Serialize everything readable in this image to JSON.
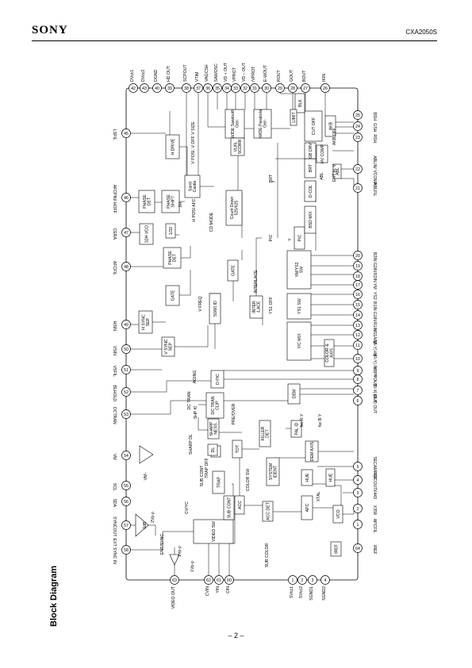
{
  "header": {
    "brand": "SONY",
    "part_number": "CXA2050S"
  },
  "section_title": "Block Diagram",
  "page_number": "– 2 –",
  "pins_top": [
    {
      "num": "42",
      "label": "DVcc1"
    },
    {
      "num": "43",
      "label": "DVcc2"
    },
    {
      "num": "40",
      "label": "DGND"
    },
    {
      "num": "39",
      "label": "HD OUT"
    },
    {
      "num": "38",
      "label": "SCPOUT"
    },
    {
      "num": "37",
      "label": "VTIM"
    },
    {
      "num": "36",
      "label": "VAGCSH"
    },
    {
      "num": "35",
      "label": "SAWOSC"
    },
    {
      "num": "34",
      "label": "VD + OUT"
    },
    {
      "num": "33",
      "label": "VPROT"
    },
    {
      "num": "32",
      "label": "VD – OUT"
    },
    {
      "num": "31",
      "label": "/VPROT"
    },
    {
      "num": "30",
      "label": "E-WOUT"
    },
    {
      "num": "29",
      "label": "ROUT"
    },
    {
      "num": "28",
      "label": "GOUT"
    },
    {
      "num": "27",
      "label": "BOUT"
    },
    {
      "num": "26",
      "label": "IKIN"
    }
  ],
  "pins_left": [
    {
      "num": "45",
      "label": "LSFIL"
    },
    {
      "num": "46",
      "label": "AFCPIN/ HOFF"
    },
    {
      "num": "47",
      "label": "CERA"
    },
    {
      "num": "48",
      "label": "AFCFIL"
    },
    {
      "num": "49",
      "label": "HSIN"
    },
    {
      "num": "50",
      "label": "VSIN"
    },
    {
      "num": "51",
      "label": "VSFIL"
    },
    {
      "num": "52",
      "label": "BLHOLD"
    },
    {
      "num": "53",
      "label": "DCTRAN"
    },
    {
      "num": "54",
      "label": "VM"
    },
    {
      "num": "55",
      "label": "SCL"
    },
    {
      "num": "56",
      "label": "SDA"
    },
    {
      "num": "57",
      "label": "SYNCOUT"
    },
    {
      "num": "58",
      "label": "EXT SYNC IN"
    }
  ],
  "pins_right": [
    {
      "num": "25",
      "label": "BSH"
    },
    {
      "num": "24",
      "label": "GSH"
    },
    {
      "num": "23",
      "label": "RSH"
    },
    {
      "num": "22",
      "label": "ABLIN/ VCOMP"
    },
    {
      "num": "21",
      "label": "ABLFIL"
    },
    {
      "num": "20",
      "label": "B2IN"
    },
    {
      "num": "19",
      "label": "G2IN"
    },
    {
      "num": "18",
      "label": "R2IN"
    },
    {
      "num": "17",
      "label": "YM"
    },
    {
      "num": "16",
      "label": "YS2"
    },
    {
      "num": "15",
      "label": "B1IN"
    },
    {
      "num": "14",
      "label": "G1IN"
    },
    {
      "num": "13",
      "label": "R1IN"
    },
    {
      "num": "12",
      "label": "YS1/VM"
    },
    {
      "num": "11",
      "label": "– (B-Y) IN"
    },
    {
      "num": "10",
      "label": "– (R-Y) IN"
    },
    {
      "num": "9",
      "label": "YBPF"
    },
    {
      "num": "8",
      "label": "YOUT"
    },
    {
      "num": "7",
      "label": "– (B-Y) OUT"
    },
    {
      "num": "6",
      "label": "– (R-Y) OUT"
    },
    {
      "num": "5",
      "label": "SECAMREF"
    },
    {
      "num": "4",
      "label": "FSCOUT"
    },
    {
      "num": "3",
      "label": "X443"
    },
    {
      "num": "2",
      "label": "X358"
    },
    {
      "num": "1",
      "label": "APCFIL"
    },
    {
      "num": "64",
      "label": "IREF"
    }
  ],
  "pins_bottom": [
    {
      "num": "63",
      "label": "VIDEO OUT"
    },
    {
      "num": "62",
      "label": "CVIN"
    },
    {
      "num": "61",
      "label": "YIN"
    },
    {
      "num": "60",
      "label": "CIN"
    },
    {
      "num": "1",
      "label": "SVcc1"
    },
    {
      "num": "2",
      "label": "SVcc2"
    },
    {
      "num": "3",
      "label": "SGND1"
    },
    {
      "num": "4",
      "label": "SGND2"
    }
  ],
  "blocks": [
    {
      "id": "video-sw",
      "label": "VIDEO SW"
    },
    {
      "id": "sub-cont",
      "label": "SUB CONT"
    },
    {
      "id": "acc",
      "label": "ACC"
    },
    {
      "id": "acc-det",
      "label": "ACC DET"
    },
    {
      "id": "apc",
      "label": "APC"
    },
    {
      "id": "vco",
      "label": "VCO"
    },
    {
      "id": "hue-1",
      "label": "HUE"
    },
    {
      "id": "hue-2",
      "label": "HUE"
    },
    {
      "id": "iref",
      "label": "IREF"
    },
    {
      "id": "trap",
      "label": "TRAP"
    },
    {
      "id": "tot",
      "label": "TOT"
    },
    {
      "id": "system-ident",
      "label": "SYSTEM IDENT"
    },
    {
      "id": "pal-id",
      "label": "PAL ID"
    },
    {
      "id": "killer-det",
      "label": "KILLER DET"
    },
    {
      "id": "dem-axis",
      "label": "DEM AXIS"
    },
    {
      "id": "dem",
      "label": "DEM"
    },
    {
      "id": "dl-1",
      "label": "DL"
    },
    {
      "id": "dl-2",
      "label": "DL"
    },
    {
      "id": "sharpness",
      "label": "SHARP NESS"
    },
    {
      "id": "dc-tran-clip",
      "label": "DC TRAN CLIP"
    },
    {
      "id": "d-pic",
      "label": "D PIC"
    },
    {
      "id": "v-sync-sep",
      "label": "V SYNC SEP"
    },
    {
      "id": "h-sync-sep",
      "label": "H SYNC SEP"
    },
    {
      "id": "gate-1",
      "label": "GATE"
    },
    {
      "id": "phase-det-1",
      "label": "PHASE DET"
    },
    {
      "id": "phase-det-2",
      "label": "PHASE DET"
    },
    {
      "id": "vco-32h",
      "label": "32H VCO"
    },
    {
      "id": "div-1-32",
      "label": "1/32"
    },
    {
      "id": "phase-shift",
      "label": "PHASE SHIFT"
    },
    {
      "id": "sand-castle",
      "label": "Sand Castle"
    },
    {
      "id": "h-drive",
      "label": "H DRIVE"
    },
    {
      "id": "count-down",
      "label": "Count Down 525/625"
    },
    {
      "id": "gate-2",
      "label": "GATE"
    },
    {
      "id": "div-50-60",
      "label": "50/60 ID"
    },
    {
      "id": "interlace",
      "label": "INTER -LACE"
    },
    {
      "id": "wide-sawtooth",
      "label": "WIDE Sawtooth Gen"
    },
    {
      "id": "vlin-scorr",
      "label": "VLIN, SCORR"
    },
    {
      "id": "wide-parabola",
      "label": "WIDE Parabola Gen"
    },
    {
      "id": "yc-mix",
      "label": "Y/C MIX"
    },
    {
      "id": "color-axis",
      "label": "COLOR & AXIS"
    },
    {
      "id": "ys1-sw",
      "label": "YS1 SW"
    },
    {
      "id": "ym-ys2-sw",
      "label": "YM/YS2 SW"
    },
    {
      "id": "pic",
      "label": "PIC"
    },
    {
      "id": "bsd-mix",
      "label": "BSD MIX"
    },
    {
      "id": "d-col",
      "label": "D-COL"
    },
    {
      "id": "brt",
      "label": "BRT"
    },
    {
      "id": "gb-drv",
      "label": "GB DRV"
    },
    {
      "id": "cut-off",
      "label": "CUT OFF"
    },
    {
      "id": "blk",
      "label": "BLK"
    },
    {
      "id": "limit",
      "label": "LIMIT"
    },
    {
      "id": "hv-comp",
      "label": "HV COMP"
    },
    {
      "id": "abl",
      "label": "ABL"
    },
    {
      "id": "akb",
      "label": "AKB"
    }
  ],
  "annotations": [
    "ENT/SYNC",
    "1Vp-p",
    "2Vp-p",
    "6dB",
    "VM–",
    "SUB COLOR",
    "COLOR SW",
    "SUB CONT",
    "TRAP OFF",
    "SHARP DL",
    "DC TRAN",
    "SHP f0",
    "AGING",
    "PRE/OVER",
    "INTERLACE",
    "V FREQ",
    "CD MODE",
    "H POSI AFC",
    "2H",
    "V POSI, V OFF V SIZE",
    "BRT",
    "PIC",
    "YS1 OFF",
    "AKB OFF",
    "EHT H, V",
    "XTAL",
    "fsc R-Y",
    "fsc B-Y",
    "CV/YC",
    "1Vp-p",
    "ABL",
    "7",
    "Y"
  ]
}
